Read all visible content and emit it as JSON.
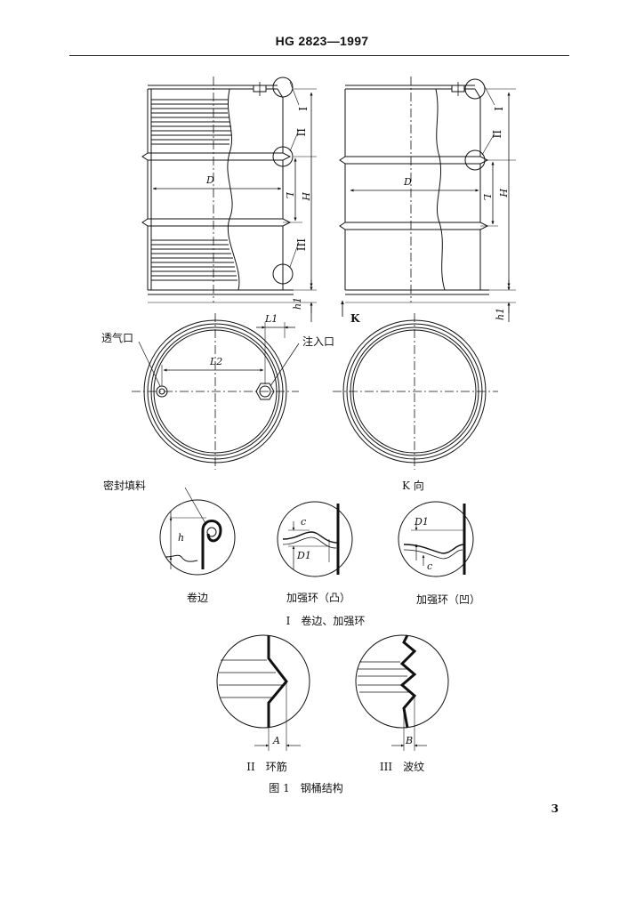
{
  "header": {
    "doc_code": "HG 2823—1997"
  },
  "page_number": "3",
  "figure": {
    "caption": "图 1　钢桶结构",
    "labels": {
      "D": "D",
      "L": "L",
      "H": "H",
      "h1": "h1",
      "L1": "L1",
      "L2": "L2",
      "I": "I",
      "II": "II",
      "III": "III",
      "K": "K",
      "vent": "透气口",
      "pour": "注入口",
      "k_view": "K 向",
      "seal": "密封填料",
      "h": "h",
      "c": "c",
      "D1": "D1",
      "A": "A",
      "B": "B"
    },
    "details": {
      "curl": "卷边",
      "ring_convex": "加强环（凸）",
      "ring_concave": "加强环（凹）",
      "group_I": "I　卷边、加强环",
      "rib": "II　环筋",
      "corrugation": "III　波纹"
    }
  }
}
